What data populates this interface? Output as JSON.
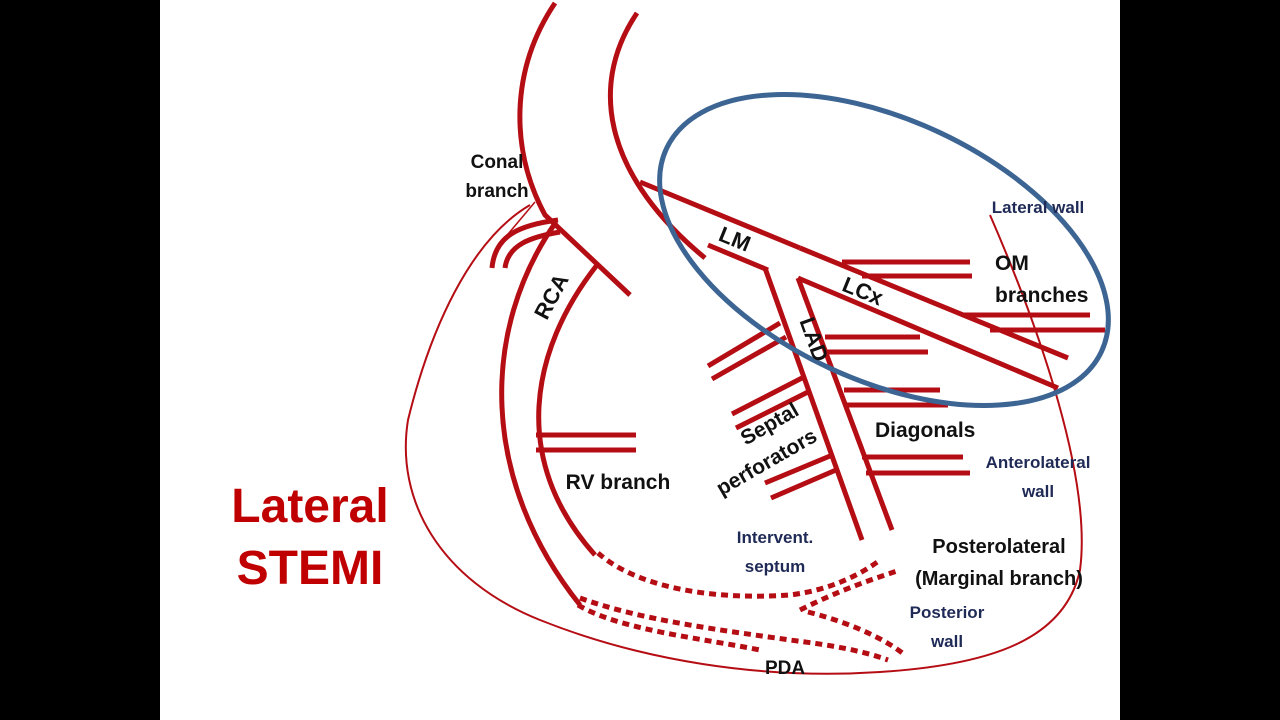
{
  "title": {
    "line1": "Lateral",
    "line2": "STEMI"
  },
  "colors": {
    "vessel": "#b50d14",
    "ellipse": "#3d6593",
    "navy_text": "#1f2a56",
    "black_text": "#111111",
    "title": "#c00000",
    "background": "#ffffff",
    "letterbox": "#000000"
  },
  "labels": {
    "conal_line1": "Conal",
    "conal_line2": "branch",
    "rca": "RCA",
    "lm": "LM",
    "lcx": "LCx",
    "lad": "LAD",
    "om_line1": "OM",
    "om_line2": "branches",
    "lateral_wall": "Lateral wall",
    "septal_line1": "Septal",
    "septal_line2": "perforators",
    "diagonals": "Diagonals",
    "anterolateral_line1": "Anterolateral",
    "anterolateral_line2": "wall",
    "rv_branch": "RV branch",
    "intervent_line1": "Intervent.",
    "intervent_line2": "septum",
    "posterolateral_line1": "Posterolateral",
    "posterolateral_line2": "(Marginal branch)",
    "posterior_line1": "Posterior",
    "posterior_line2": "wall",
    "pda": "PDA"
  }
}
